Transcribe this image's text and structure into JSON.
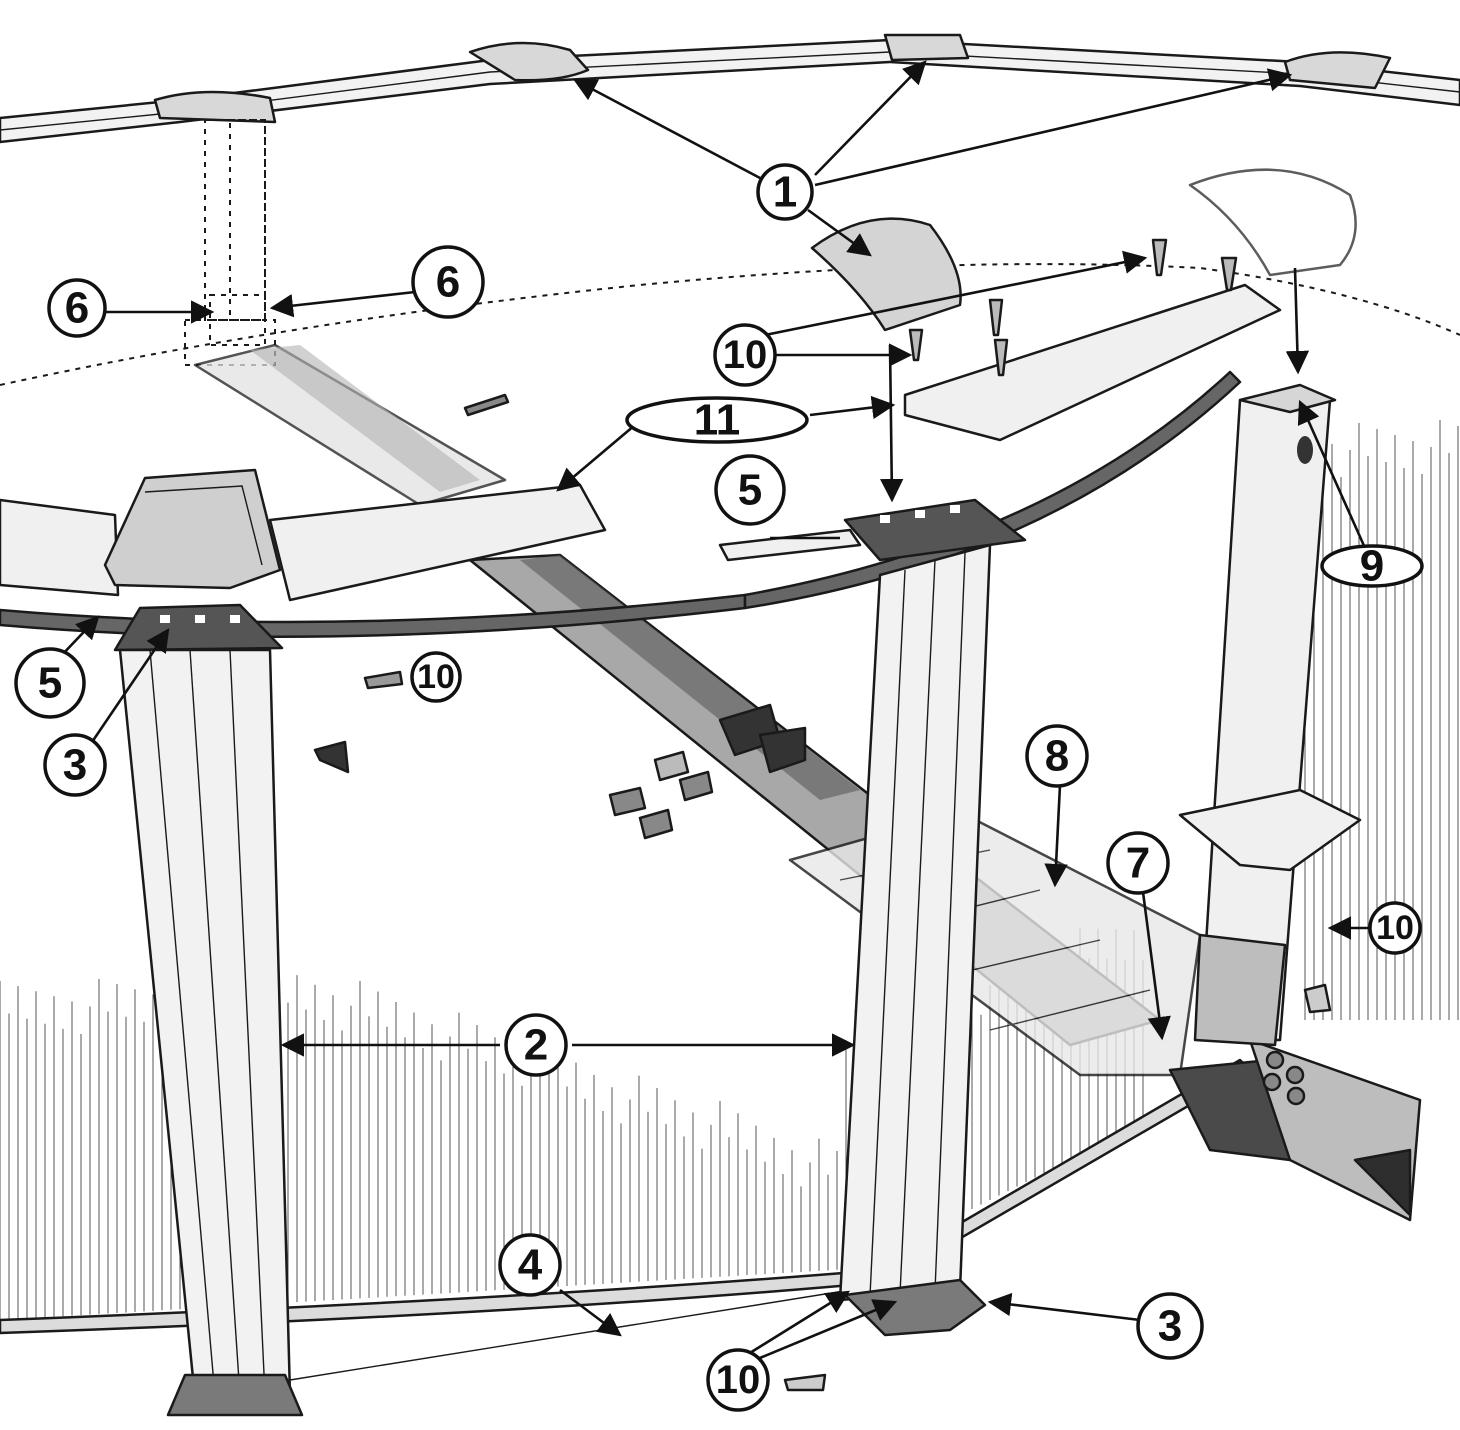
{
  "callouts": [
    {
      "id": "c1",
      "label": "1",
      "shape": "circle"
    },
    {
      "id": "c2",
      "label": "2",
      "shape": "circle"
    },
    {
      "id": "c3a",
      "label": "3",
      "shape": "circle"
    },
    {
      "id": "c3b",
      "label": "3",
      "shape": "oval"
    },
    {
      "id": "c4",
      "label": "4",
      "shape": "circle"
    },
    {
      "id": "c5a",
      "label": "5",
      "shape": "circle"
    },
    {
      "id": "c5b",
      "label": "5",
      "shape": "circle"
    },
    {
      "id": "c6a",
      "label": "6",
      "shape": "circle"
    },
    {
      "id": "c6b",
      "label": "6",
      "shape": "circle"
    },
    {
      "id": "c7",
      "label": "7",
      "shape": "circle"
    },
    {
      "id": "c8",
      "label": "8",
      "shape": "circle"
    },
    {
      "id": "c9",
      "label": "9",
      "shape": "oval"
    },
    {
      "id": "c10a",
      "label": "10",
      "shape": "circle"
    },
    {
      "id": "c10b",
      "label": "10",
      "shape": "circle"
    },
    {
      "id": "c10c",
      "label": "10",
      "shape": "circle"
    },
    {
      "id": "c10d",
      "label": "10",
      "shape": "circle"
    },
    {
      "id": "c11",
      "label": "11",
      "shape": "oval"
    }
  ],
  "colors": {
    "line": "#1a1a1a",
    "metal": "#e6e6e6",
    "metal_shade": "#c8c8c8",
    "dark_part": "#5a5a5a",
    "cap": "#d4d4d4",
    "translucent": "#dcdcdc"
  }
}
